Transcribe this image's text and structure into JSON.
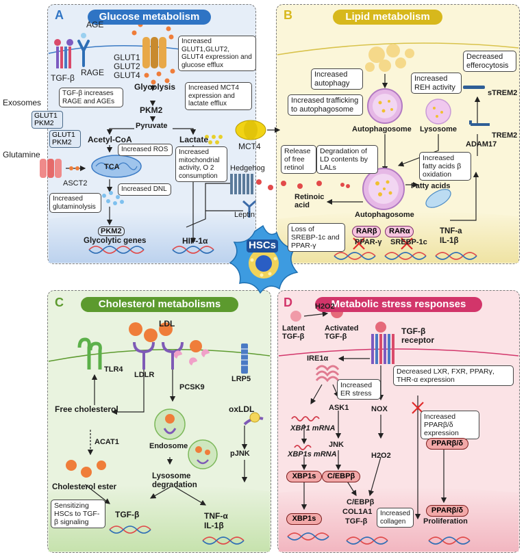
{
  "colors": {
    "glucose_bg": "#e6eef8",
    "glucose_title": "#2f74c4",
    "lipid_bg": "#fbf6d9",
    "lipid_title": "#d7b81c",
    "chol_bg": "#e9f3df",
    "chol_title": "#5c9a2e",
    "stress_bg": "#fbe3e6",
    "stress_title": "#d2356a",
    "cell": "#2f8fd6",
    "orange": "#ef7d3a",
    "red": "#e24a4a"
  },
  "hsc_label": "HSCs",
  "exosomes": "Exosomes",
  "exo_tag1": [
    "GLUT1",
    "PKM2"
  ],
  "exo_tag2": [
    "GLUT1",
    "PKM2"
  ],
  "glutamine": "Glutamine",
  "panelA": {
    "letter": "A",
    "title": "Glucose metabolism",
    "age": "AGE",
    "rage": "RAGE",
    "tgfb": "TGF-β",
    "glut": [
      "GLUT1",
      "GLUT2",
      "GLUT4"
    ],
    "box_glut": "Increased GLUT1,GLUT2, GLUT4 expression and glucose efflux",
    "glycolysis": "Glycolysis",
    "box_tgfb": "TGF-β increases RAGE and AGEs",
    "pkm2": "PKM2",
    "box_mct4": "Increased MCT4 expression and lactate efflux",
    "pyruvate": "Pyruvate",
    "acetyl": "Acetyl-CoA",
    "lactate": "Lactate",
    "box_ros": "Increased ROS",
    "tca": "TCA",
    "asct2": "ASCT2",
    "box_mito": "Increased mitochondrial activity, O 2 consumption",
    "box_dnl": "Increased DNL",
    "box_glutam": "Increased glutaminolysis",
    "pkm2_nuc": "PKM2",
    "glyco_genes": "Glycolytic genes",
    "hif": "HIF-1α",
    "mct4": "MCT4",
    "hedgehog": "Hedgehog",
    "leptin": "Leptin"
  },
  "panelB": {
    "letter": "B",
    "title": "Lipid metabolism",
    "box_autophagy": "Increased autophagy",
    "box_traffic": "Increased trafficking to autophagosome",
    "autophagosome": "Autophagosome",
    "lysosome": "Lysosome",
    "box_reh": "Increased REH activity",
    "box_effero": "Decreased efferocytosis",
    "strem2": "sTREM2",
    "trem2": "TREM2",
    "adam17": "ADAM17",
    "box_release": "Release of free retinol",
    "box_degrade": "Degradation of LD contents by LALs",
    "box_fao": "Increased fatty acids β oxidation",
    "fatty": "Fatty acids",
    "retinoic": "Retinoic acid",
    "autophagosome2": "Autophagosome",
    "box_loss": "Loss of SREBP-1c and PPAR-γ",
    "rarb": "RARβ",
    "rara": "RARα",
    "ppar": "PPAR-γ",
    "srebp": "SREBP-1c",
    "tnfa": "TNF-a",
    "il1b": "IL-1β"
  },
  "panelC": {
    "letter": "C",
    "title": "Cholesterol metabolisms",
    "ldl": "LDL",
    "tlr4": "TLR4",
    "ldlr": "LDLR",
    "pcsk9": "PCSK9",
    "lrp5": "LRP5",
    "free_chol": "Free cholesterol",
    "acat1": "ACAT1",
    "endosome": "Endosome",
    "oxldl": "oxLDL",
    "pjnk": "pJNK",
    "chol_ester": "Cholesterol ester",
    "lyso": "Lysosome degradation",
    "box_sens": "Sensitizing HSCs to TGF-β signaling",
    "tgfb": "TGF-β",
    "tnfa": "TNF-α",
    "il1b": "IL-1β"
  },
  "panelD": {
    "letter": "D",
    "title": "Metabolic stress responses",
    "h2o2": "H2O2",
    "latent": "Latent TGF-β",
    "activated": "Activated TGF-β",
    "receptor": "TGF-β receptor",
    "ire": "IRE1α",
    "box_nuc": "Decreased LXR, FXR, PPARγ, THR-α expression",
    "box_er": "Increased ER stress",
    "xbp1": "XBP1 mRNA",
    "ask1": "ASK1",
    "nox": "NOX",
    "box_ppar": "Increased PPARβ/δ expression",
    "xbp1s_m": "XBP1s mRNA",
    "jnk": "JNK",
    "h2o2b": "H2O2",
    "xbp1s": "XBP1s",
    "cebpb": "C/EBPβ",
    "ppard": "PPARβ/δ",
    "cebpb2": "C/EBPβ",
    "col": "COL1A1",
    "tgfb2": "TGF-β",
    "box_coll": "Increased collagen",
    "xbp1s2": "XBP1s",
    "ppard2": "PPARβ/δ",
    "prolif": "Proliferation"
  }
}
